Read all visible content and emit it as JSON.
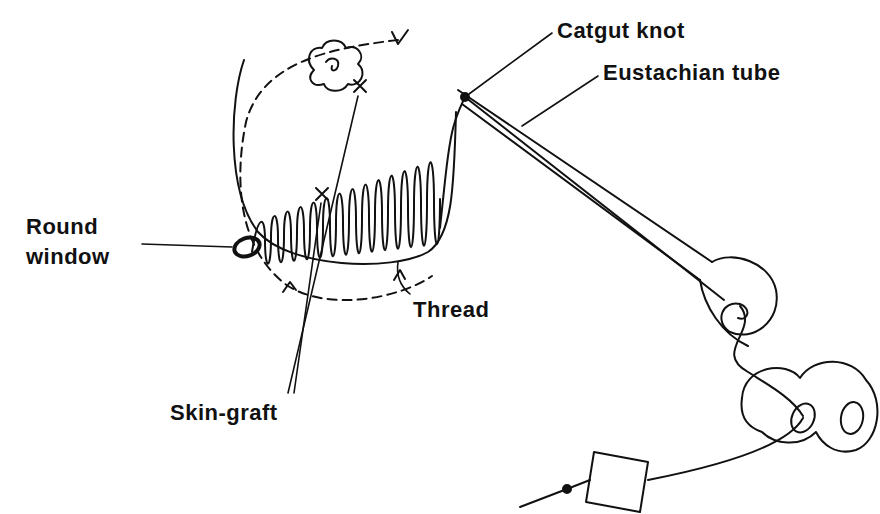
{
  "diagram": {
    "labels": [
      "Catgut knot",
      "Eustachian tube",
      "Round window",
      "Thread",
      "Skin-graft"
    ]
  }
}
